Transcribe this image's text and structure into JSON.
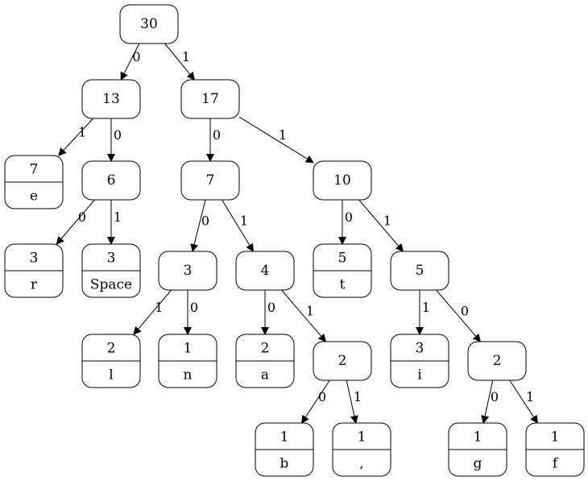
{
  "nodes": [
    {
      "id": "n30",
      "weight": "30"
    },
    {
      "id": "n13",
      "weight": "13"
    },
    {
      "id": "n17",
      "weight": "17"
    },
    {
      "id": "e",
      "weight": "7",
      "symbol": "e"
    },
    {
      "id": "n6",
      "weight": "6"
    },
    {
      "id": "n7",
      "weight": "7"
    },
    {
      "id": "n10",
      "weight": "10"
    },
    {
      "id": "r",
      "weight": "3",
      "symbol": "r"
    },
    {
      "id": "space",
      "weight": "3",
      "symbol": "Space"
    },
    {
      "id": "n3",
      "weight": "3"
    },
    {
      "id": "n4",
      "weight": "4"
    },
    {
      "id": "t",
      "weight": "5",
      "symbol": "t"
    },
    {
      "id": "n5",
      "weight": "5"
    },
    {
      "id": "l",
      "weight": "2",
      "symbol": "l"
    },
    {
      "id": "n",
      "weight": "1",
      "symbol": "n"
    },
    {
      "id": "a",
      "weight": "2",
      "symbol": "a"
    },
    {
      "id": "n2a",
      "weight": "2"
    },
    {
      "id": "i",
      "weight": "3",
      "symbol": "i"
    },
    {
      "id": "n2b",
      "weight": "2"
    },
    {
      "id": "b",
      "weight": "1",
      "symbol": "b"
    },
    {
      "id": "comma",
      "weight": "1",
      "symbol": ","
    },
    {
      "id": "g",
      "weight": "1",
      "symbol": "g"
    },
    {
      "id": "f",
      "weight": "1",
      "symbol": "f"
    }
  ],
  "edges": [
    {
      "from": "n30",
      "to": "n13",
      "label": "0"
    },
    {
      "from": "n30",
      "to": "n17",
      "label": "1"
    },
    {
      "from": "n13",
      "to": "e",
      "label": "1"
    },
    {
      "from": "n13",
      "to": "n6",
      "label": "0"
    },
    {
      "from": "n17",
      "to": "n7",
      "label": "0"
    },
    {
      "from": "n17",
      "to": "n10",
      "label": "1"
    },
    {
      "from": "n6",
      "to": "r",
      "label": "0"
    },
    {
      "from": "n6",
      "to": "space",
      "label": "1"
    },
    {
      "from": "n7",
      "to": "n3",
      "label": "0"
    },
    {
      "from": "n7",
      "to": "n4",
      "label": "1"
    },
    {
      "from": "n10",
      "to": "t",
      "label": "0"
    },
    {
      "from": "n10",
      "to": "n5",
      "label": "1"
    },
    {
      "from": "n3",
      "to": "l",
      "label": "1"
    },
    {
      "from": "n3",
      "to": "n",
      "label": "0"
    },
    {
      "from": "n4",
      "to": "a",
      "label": "0"
    },
    {
      "from": "n4",
      "to": "n2a",
      "label": "1"
    },
    {
      "from": "n5",
      "to": "i",
      "label": "1"
    },
    {
      "from": "n5",
      "to": "n2b",
      "label": "0"
    },
    {
      "from": "n2a",
      "to": "b",
      "label": "0"
    },
    {
      "from": "n2a",
      "to": "comma",
      "label": "1"
    },
    {
      "from": "n2b",
      "to": "g",
      "label": "0"
    },
    {
      "from": "n2b",
      "to": "f",
      "label": "1"
    }
  ]
}
